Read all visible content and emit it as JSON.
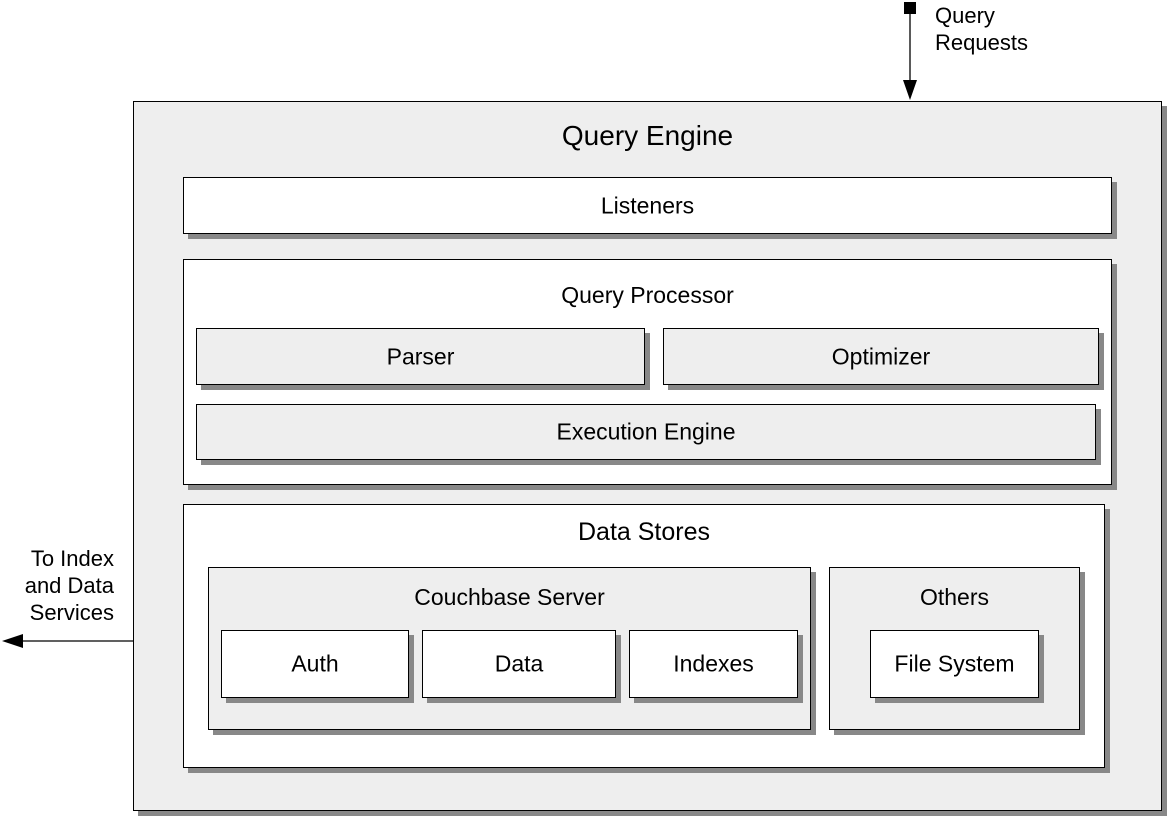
{
  "query_requests_label": [
    "Query",
    "Requests"
  ],
  "to_services_label": [
    "To Index",
    "and Data",
    "Services"
  ],
  "query_engine": {
    "title": "Query Engine",
    "listeners": "Listeners",
    "query_processor": {
      "title": "Query Processor",
      "parser": "Parser",
      "optimizer": "Optimizer",
      "execution_engine": "Execution Engine"
    },
    "data_stores": {
      "title": "Data Stores",
      "couchbase_server": {
        "title": "Couchbase Server",
        "items": [
          "Auth",
          "Data",
          "Indexes"
        ]
      },
      "others": {
        "title": "Others",
        "items": [
          "File System"
        ]
      }
    }
  },
  "colors": {
    "container_fill": "#eeeeee",
    "box_fill": "#ffffff",
    "shadow": "#888888",
    "stroke": "#000000"
  }
}
